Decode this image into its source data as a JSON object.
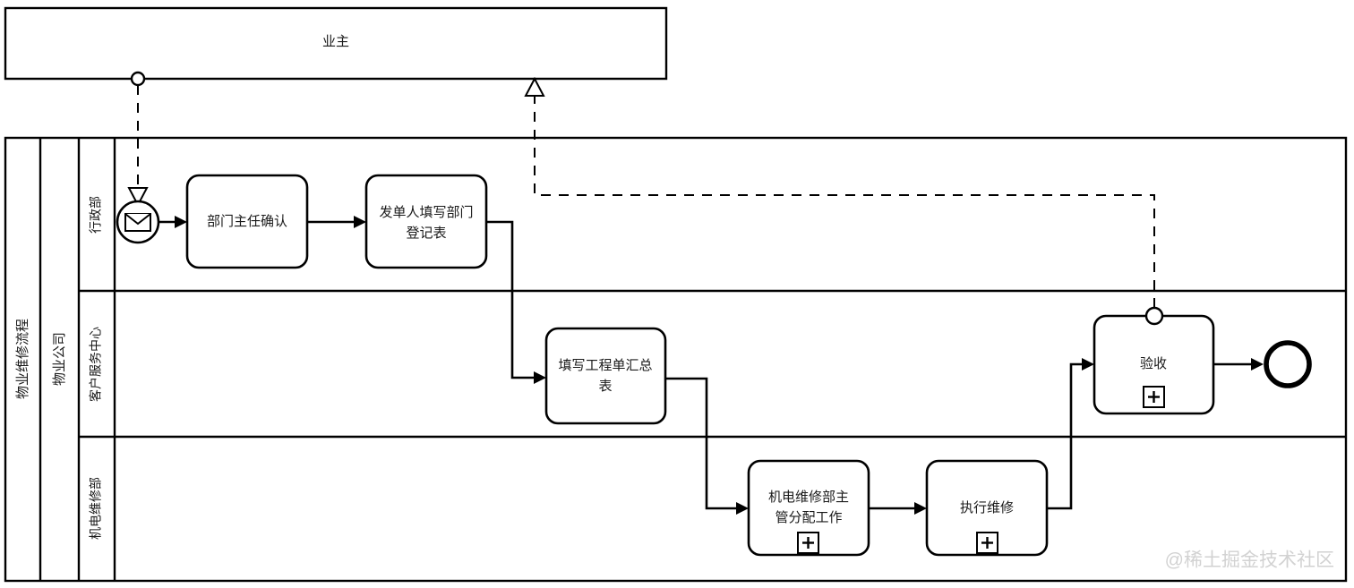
{
  "diagram": {
    "title": "物业维修流程",
    "type": "bpmn-cross-functional-flowchart"
  },
  "pools": {
    "owner": {
      "label": "业主",
      "name": "pool-owner"
    },
    "company": {
      "process_band_label": "物业维修流程",
      "org_band_label": "物业公司"
    }
  },
  "lanes": [
    {
      "id": "admin",
      "label": "行政部"
    },
    {
      "id": "service",
      "label": "客户服务中心"
    },
    {
      "id": "repair",
      "label": "机电维修部"
    }
  ],
  "events": {
    "start": {
      "type": "message-start-event",
      "icon": "envelope-icon",
      "label": ""
    },
    "boundary": {
      "type": "boundary-event",
      "icon": "circle-icon",
      "attached_to": "验收"
    },
    "end": {
      "type": "end-event",
      "label": ""
    }
  },
  "tasks": [
    {
      "id": "t1",
      "lane": "admin",
      "label": "部门主任确认",
      "lines": [
        "部门主任确认"
      ],
      "marker": ""
    },
    {
      "id": "t2",
      "lane": "admin",
      "label": "发单人填写部门登记表",
      "lines": [
        "发单人填写部门",
        "登记表"
      ],
      "marker": ""
    },
    {
      "id": "t3",
      "lane": "service",
      "label": "填写工程单汇总表",
      "lines": [
        "填写工程单汇总",
        "表"
      ],
      "marker": ""
    },
    {
      "id": "t4",
      "lane": "repair",
      "label": "机电维修部主管分配工作",
      "lines": [
        "机电维修部主",
        "管分配工作"
      ],
      "marker": "+"
    },
    {
      "id": "t5",
      "lane": "repair",
      "label": "执行维修",
      "lines": [
        "执行维修"
      ],
      "marker": "+"
    },
    {
      "id": "t6",
      "lane": "service",
      "label": "验收",
      "lines": [
        "验收"
      ],
      "marker": "+"
    }
  ],
  "flows": [
    {
      "from": "start",
      "to": "t1",
      "kind": "sequence"
    },
    {
      "from": "t1",
      "to": "t2",
      "kind": "sequence"
    },
    {
      "from": "t2",
      "to": "t3",
      "kind": "sequence"
    },
    {
      "from": "t3",
      "to": "t4",
      "kind": "sequence"
    },
    {
      "from": "t4",
      "to": "t5",
      "kind": "sequence"
    },
    {
      "from": "t5",
      "to": "t6",
      "kind": "sequence"
    },
    {
      "from": "t6",
      "to": "end",
      "kind": "sequence"
    },
    {
      "from": "owner-pool",
      "to": "start",
      "kind": "message"
    },
    {
      "from": "boundary",
      "to": "owner-pool",
      "kind": "message"
    }
  ],
  "watermark": {
    "text": "@稀土掘金技术社区"
  },
  "colors": {
    "stroke": "#000000",
    "fill": "#ffffff",
    "text": "#1a1a1a",
    "watermark": "#d2d2d2"
  }
}
